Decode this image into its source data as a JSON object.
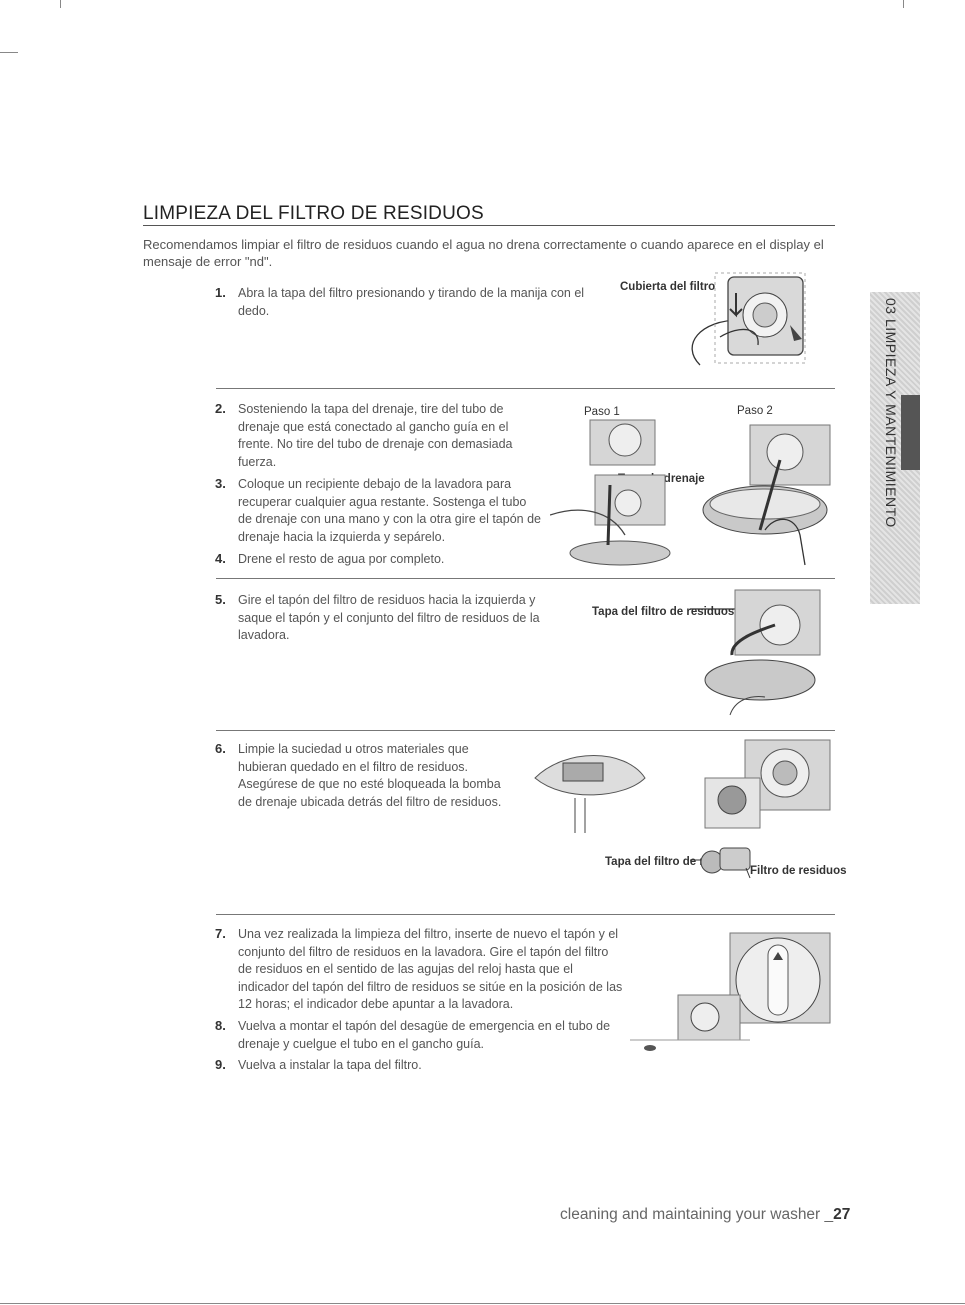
{
  "section_title": "LIMPIEZA DEL FILTRO DE RESIDUOS",
  "intro": "Recomendamos limpiar el filtro de residuos cuando el agua no drena correctamente o cuando aparece en el display el mensaje de error \"nd\".",
  "steps": [
    {
      "num": "1.",
      "text": "Abra la tapa del filtro presionando y tirando de la manija con el dedo."
    },
    {
      "num": "2.",
      "text": "Sosteniendo la tapa del drenaje, tire del tubo de drenaje que está conectado al gancho guía en el frente. No tire del tubo de drenaje con demasiada fuerza."
    },
    {
      "num": "3.",
      "text": "Coloque un recipiente debajo de la lavadora para recuperar cualquier agua restante. Sostenga el tubo de drenaje con una mano y con la otra gire el tapón de drenaje hacia la izquierda y sepárelo."
    },
    {
      "num": "4.",
      "text": "Drene el resto de agua por completo."
    },
    {
      "num": "5.",
      "text": "Gire el tapón del filtro de residuos hacia la izquierda y saque el tapón y el conjunto del filtro de residuos de la lavadora."
    },
    {
      "num": "6.",
      "text": "Limpie la suciedad u otros materiales que hubieran quedado en el filtro de residuos. Asegúrese de que no esté bloqueada la bomba de drenaje ubicada detrás del filtro de residuos."
    },
    {
      "num": "7.",
      "text": "Una vez realizada la limpieza del filtro, inserte de nuevo el tapón y el conjunto del filtro de residuos en la lavadora. Gire el tapón del filtro de residuos en el sentido de las agujas del reloj hasta que el indicador del tapón del filtro de residuos se sitúe en la posición de las 12 horas; el indicador debe apuntar a la lavadora."
    },
    {
      "num": "8.",
      "text": "Vuelva a montar el tapón del desagüe de emergencia en el tubo de drenaje y cuelgue el tubo en el gancho guía."
    },
    {
      "num": "9.",
      "text": "Vuelva a instalar la tapa del filtro."
    }
  ],
  "labels": {
    "cubierta": "Cubierta del filtro",
    "paso1": "Paso 1",
    "paso2": "Paso 2",
    "tapa_drenaje": "Tapa de drenaje",
    "tapa_filtro_5": "Tapa del filtro de residuos",
    "tapa_filtro_6": "Tapa del filtro de residuos",
    "filtro_residuos": "Filtro de residuos"
  },
  "side_tab": "03 LIMPIEZA Y MANTENIMIENTO",
  "footer": {
    "text": "cleaning and maintaining your washer _",
    "page": "27"
  }
}
